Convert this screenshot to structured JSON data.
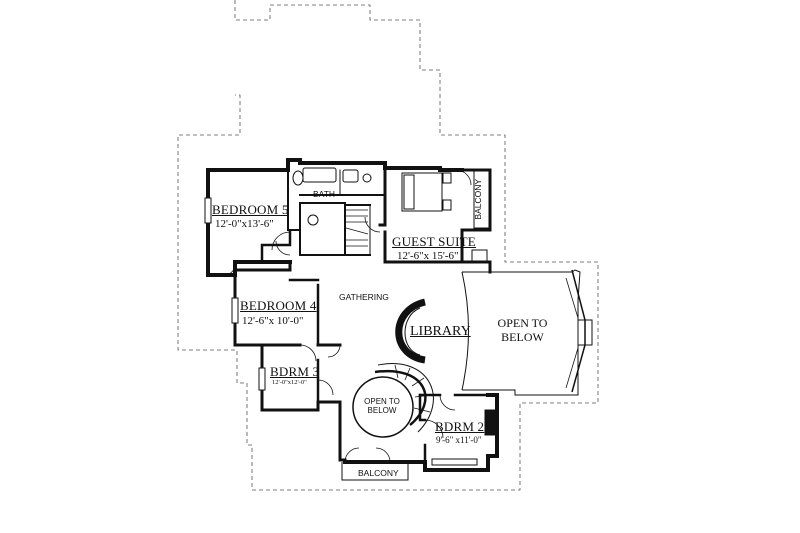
{
  "rooms": {
    "bedroom5": {
      "name": "BEDROOM 5",
      "dims": "12'-0\"x13'-6\""
    },
    "bath": {
      "name": "BATH"
    },
    "balcony_upper": {
      "name": "BALCONY"
    },
    "guest_suite": {
      "name": "GUEST SUITE",
      "dims": "12'-6\"x 15'-6\""
    },
    "gathering": {
      "name": "GATHERING"
    },
    "bedroom4": {
      "name": "BEDROOM 4",
      "dims": "12'-6\"x 10'-0\""
    },
    "library": {
      "name": "LIBRARY"
    },
    "open_to_below_right": {
      "line1": "OPEN TO",
      "line2": "BELOW"
    },
    "bdrm3": {
      "name": "BDRM 3",
      "dims": "12'-0\"x12'-0\""
    },
    "open_to_below_stair": {
      "line1": "OPEN TO",
      "line2": "BELOW"
    },
    "bdrm2": {
      "name": "BDRM 2",
      "dims": "9'-6\" x11'-0\""
    },
    "balcony_lower": {
      "name": "BALCONY"
    }
  },
  "colors": {
    "wall": "#111111",
    "roof_outline": "#555555",
    "background": "#ffffff"
  }
}
